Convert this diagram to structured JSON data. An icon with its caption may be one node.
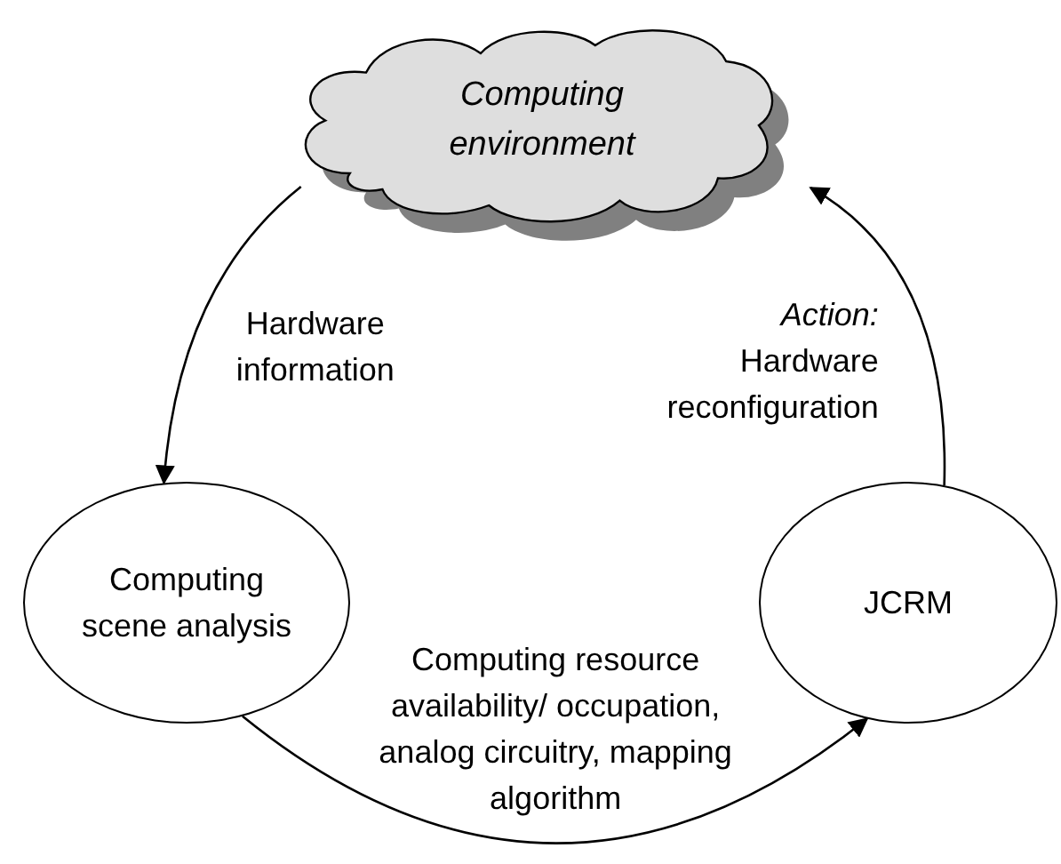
{
  "diagram": {
    "nodes": [
      {
        "text": [
          "Computing environment"
        ]
      },
      {
        "text": [
          "Computing scene analysis"
        ]
      },
      {
        "text": [
          "JCRM"
        ]
      }
    ],
    "edges": [
      {
        "from": 0,
        "to": 1,
        "arrow": "to",
        "label": "Hardware information"
      },
      {
        "from": 1,
        "to": 2,
        "arrow": "to",
        "label": "Computing resource availability/ occupation, analog circuitry, mapping algorithm"
      },
      {
        "from": 2,
        "to": 0,
        "arrow": "to",
        "label": "*Action:* Hardware reconfiguration"
      }
    ]
  }
}
